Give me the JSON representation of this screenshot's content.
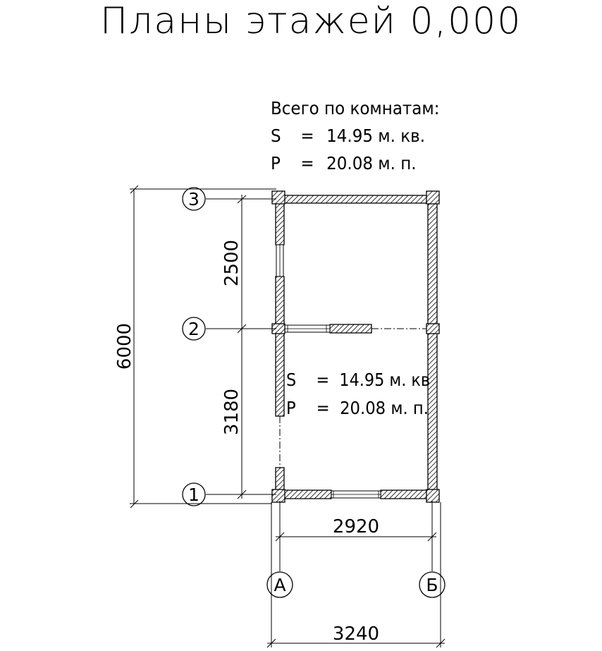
{
  "title": "Планы этажей 0,000",
  "totals": {
    "heading": "Всего по комнатам:",
    "area_label": "S",
    "area_eq": "=",
    "area_value": "14.95 м. кв.",
    "perimeter_label": "P",
    "perimeter_eq": "=",
    "perimeter_value": "20.08 м. п."
  },
  "room": {
    "area_line": "S    =  14.95 м. кв",
    "perimeter_line": "P    =  20.08 м. п."
  },
  "axes": {
    "row_1": "1",
    "row_2": "2",
    "row_3": "3",
    "col_a": "А",
    "col_b": "Б"
  },
  "dimensions": {
    "overall_height": "6000",
    "upper_span": "2500",
    "lower_span": "3180",
    "inner_width": "2920",
    "overall_width": "3240"
  }
}
